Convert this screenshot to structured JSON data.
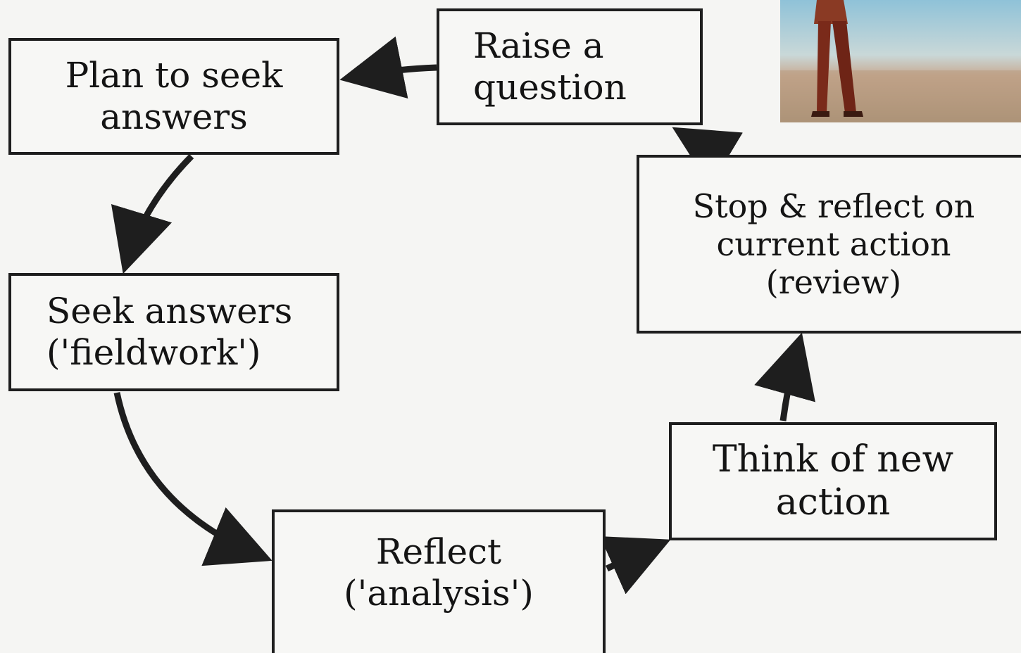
{
  "boxes": {
    "plan": [
      "Plan to seek",
      "answers"
    ],
    "raise": [
      "Raise a",
      "question"
    ],
    "stop": [
      "Stop & reflect on",
      "current action",
      "(review)"
    ],
    "seek": [
      "Seek answers",
      "('fieldwork')"
    ],
    "think": [
      "Think of new",
      "action"
    ],
    "reflect": [
      "Reflect",
      "('analysis')"
    ]
  },
  "colors": {
    "ink": "#1e1e1e",
    "sky": "#8fc2d8",
    "ground": "#b89a80",
    "figure": "#7a2a1a"
  }
}
